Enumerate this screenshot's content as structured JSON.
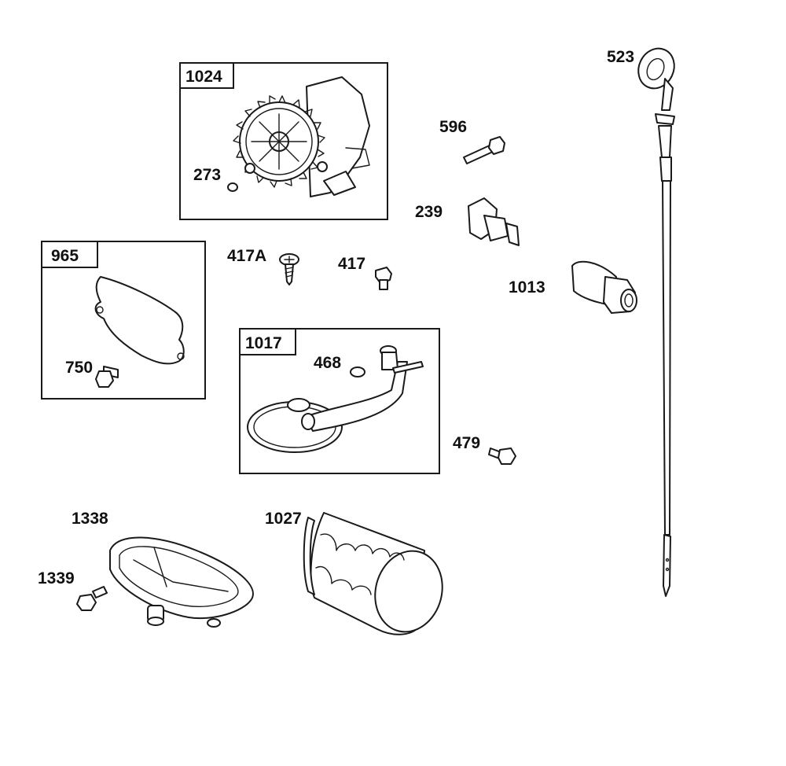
{
  "parts": {
    "p1024": "1024",
    "p273": "273",
    "p965": "965",
    "p750": "750",
    "p417A": "417A",
    "p417": "417",
    "p596": "596",
    "p239": "239",
    "p1013": "1013",
    "p523": "523",
    "p1017": "1017",
    "p468": "468",
    "p479": "479",
    "p1338": "1338",
    "p1339": "1339",
    "p1027": "1027"
  }
}
